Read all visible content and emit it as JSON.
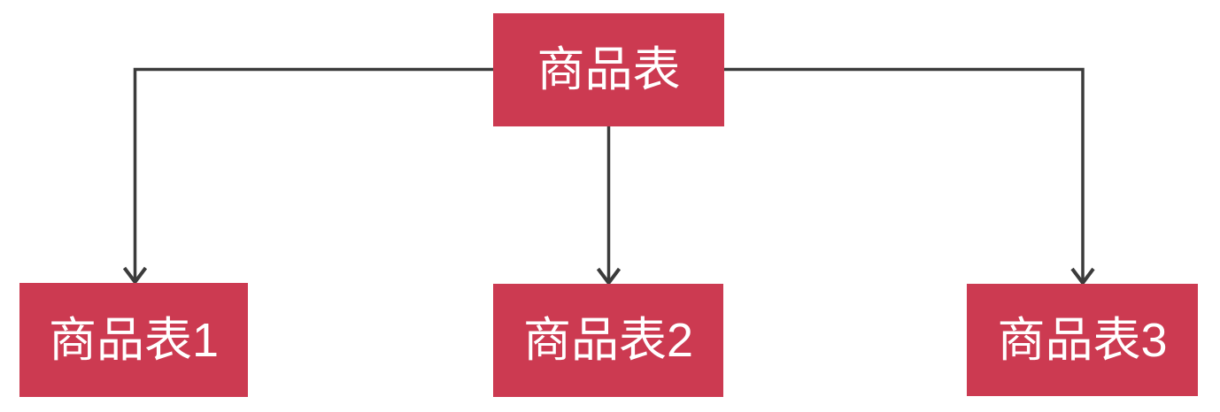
{
  "diagram": {
    "nodes": {
      "root": {
        "label": "商品表"
      },
      "child1": {
        "label": "商品表1"
      },
      "child2": {
        "label": "商品表2"
      },
      "child3": {
        "label": "商品表3"
      }
    },
    "edges": [
      {
        "from": "商品表",
        "to": "商品表1"
      },
      {
        "from": "商品表",
        "to": "商品表2"
      },
      {
        "from": "商品表",
        "to": "商品表3"
      }
    ],
    "colors": {
      "node_fill": "#cc3a51",
      "node_text": "#ffffff",
      "connector": "#3b3b3b",
      "background": "#ffffff"
    }
  }
}
